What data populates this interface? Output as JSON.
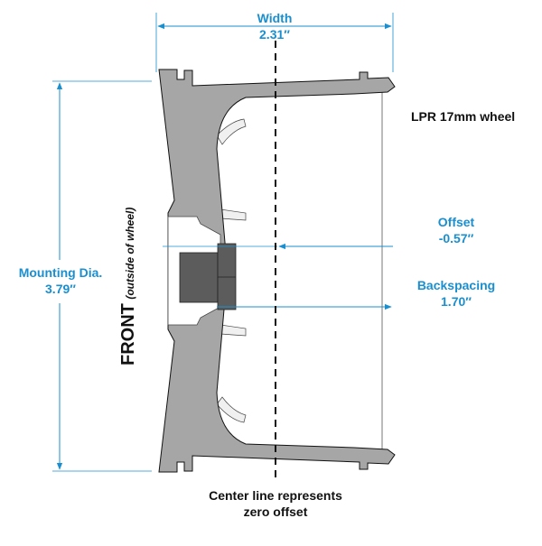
{
  "width": {
    "label": "Width",
    "value": "2.31″"
  },
  "wheel_name": "LPR 17mm wheel",
  "offset": {
    "label": "Offset",
    "value": "-0.57″"
  },
  "backspacing": {
    "label": "Backspacing",
    "value": "1.70″"
  },
  "mounting": {
    "label": "Mounting Dia.",
    "value": "3.79″"
  },
  "front": {
    "label": "FRONT",
    "sublabel": "(outside of wheel)"
  },
  "centerline": {
    "line1": "Center line represents",
    "line2": "zero offset"
  },
  "colors": {
    "dimension": "#1a8fd0",
    "wheel_fill": "#a6a6a6",
    "hub": "#5c5c5c",
    "outline": "#111111"
  }
}
